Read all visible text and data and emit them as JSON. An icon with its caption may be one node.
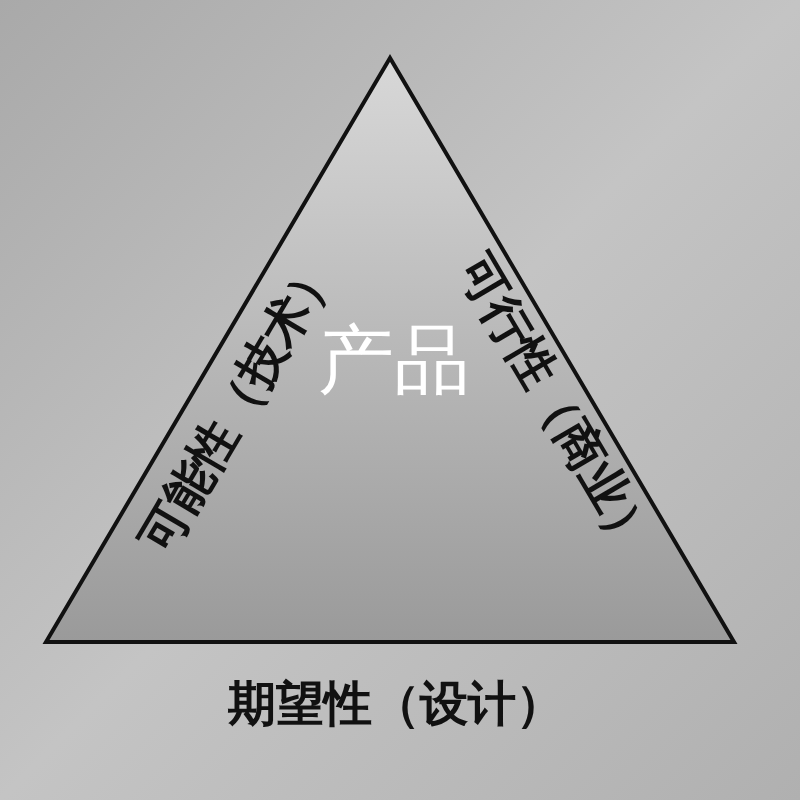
{
  "diagram": {
    "nodes": [
      {
        "text": [
          "产品",
          "可能性（技术）",
          "可行性（商业）"
        ],
        "beside": [
          "期望性（设计）"
        ]
      }
    ]
  }
}
